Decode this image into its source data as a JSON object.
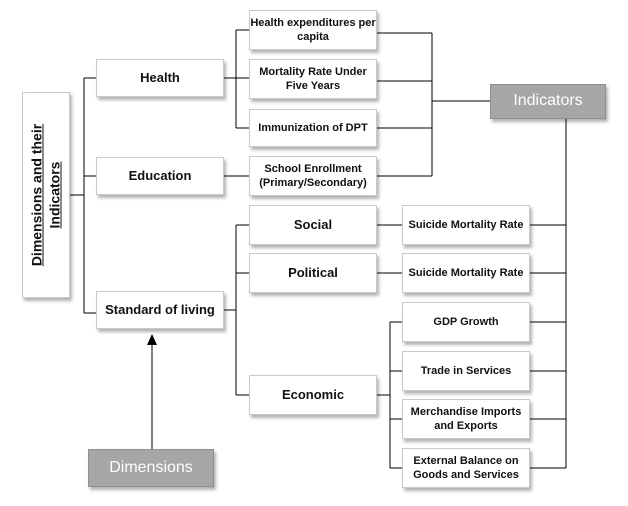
{
  "title": {
    "line1": "Dimensions and their",
    "line2": "Indicators"
  },
  "labels": {
    "indicators": "Indicators",
    "dimensions": "Dimensions"
  },
  "dimensions": {
    "health": "Health",
    "education": "Education",
    "standard": "Standard of living"
  },
  "health_indicators": {
    "expenditure": "Health expenditures per capita",
    "mortality": "Mortality Rate Under Five Years",
    "immunization": "Immunization of DPT"
  },
  "education_indicators": {
    "enrollment": "School Enrollment (Primary/Secondary)"
  },
  "standard_subdimensions": {
    "social": "Social",
    "political": "Political",
    "economic": "Economic"
  },
  "standard_indicators": {
    "social_suicide": "Suicide Mortality Rate",
    "political_suicide": "Suicide Mortality Rate",
    "gdp": "GDP Growth",
    "trade": "Trade in Services",
    "merch": "Merchandise Imports and Exports",
    "external": "External Balance on Goods and Services"
  },
  "colors": {
    "gray_box": "#a6a6a6",
    "line": "#000000"
  }
}
